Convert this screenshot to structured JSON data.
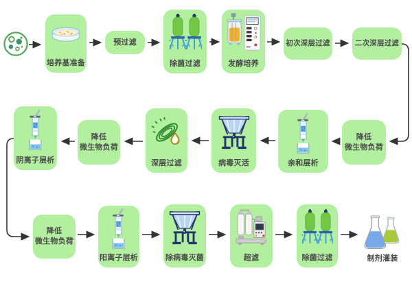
{
  "colors": {
    "box_fill": "#b2f0a0",
    "label_text": "#4a4a4a",
    "arrow": "#333333",
    "filter_green": "#72c846",
    "tripod_blue": "#42a0d8",
    "navy": "#24356e",
    "broth_amber": "#f0b23c",
    "column_blue": "#59a8e8",
    "flask_blue": "#7aa7e8",
    "flask_green": "#a9c938"
  },
  "nodes": {
    "cells": {
      "icon": "cells-icon"
    },
    "media_prep": {
      "label": "培养基准备",
      "icon": "petri-dish-icon"
    },
    "pre_filter": {
      "label": "预过滤"
    },
    "sterile_filter_1": {
      "label": "除菌过滤",
      "icon": "filter-columns-icon"
    },
    "fermentation": {
      "label": "发酵培养",
      "icon": "bioreactor-icon"
    },
    "depth_filter_first": {
      "label": "初次深层过滤"
    },
    "depth_filter_second": {
      "label": "二次深层过滤"
    },
    "bioburden_1": {
      "label": "降低\n微生物负荷"
    },
    "affinity": {
      "label": "亲和层析",
      "icon": "chromatography-column-icon"
    },
    "virus_inactivation": {
      "label": "病毒灭活",
      "icon": "funnel-stand-icon"
    },
    "depth_filtration": {
      "label": "深层过滤",
      "icon": "filter-disc-droplet-icon"
    },
    "bioburden_2": {
      "label": "降低\n微生物负荷"
    },
    "anion": {
      "label": "阴离子层析",
      "icon": "chromatography-column-icon"
    },
    "bioburden_3": {
      "label": "降低\n微生物负荷"
    },
    "cation": {
      "label": "阳离子层析",
      "icon": "chromatography-column-icon"
    },
    "virus_removal": {
      "label": "除病毒灭菌",
      "icon": "funnel-stand-icon"
    },
    "ultrafiltration": {
      "label": "超滤",
      "icon": "ultrafiltration-skid-icon"
    },
    "sterile_filter_2": {
      "label": "除菌过滤",
      "icon": "filter-columns-icon"
    },
    "filling": {
      "label": "制剂灌装",
      "icon": "flasks-icon"
    }
  }
}
